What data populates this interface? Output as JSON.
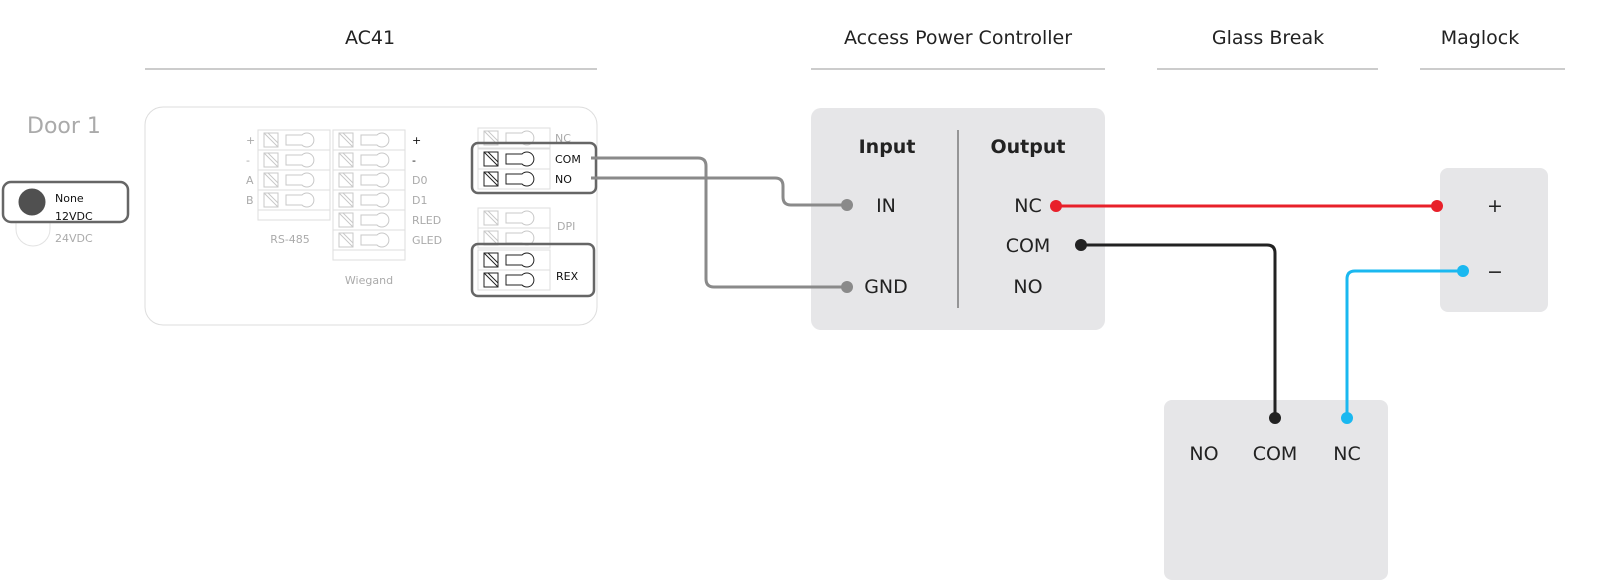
{
  "headers": {
    "ac41": "AC41",
    "apc": "Access Power Controller",
    "glass_break": "Glass Break",
    "maglock": "Maglock"
  },
  "door": {
    "title": "Door 1",
    "options": [
      "None",
      "12VDC",
      "24VDC"
    ],
    "selected": "None"
  },
  "ac41": {
    "rs485": {
      "title": "RS-485",
      "labels": [
        "+",
        "-",
        "A",
        "B"
      ]
    },
    "wiegand": {
      "title": "Wiegand",
      "labels": [
        "+",
        "-",
        "D0",
        "D1",
        "RLED",
        "GLED"
      ]
    },
    "relay": {
      "labels": [
        "NC",
        "COM",
        "NO"
      ]
    },
    "dpi": {
      "label": "DPI"
    },
    "rex": {
      "label": "REX"
    }
  },
  "apc": {
    "input_title": "Input",
    "output_title": "Output",
    "inputs": [
      "IN",
      "GND"
    ],
    "outputs": [
      "NC",
      "COM",
      "NO"
    ]
  },
  "maglock": {
    "plus": "+",
    "minus": "−"
  },
  "glass_break": {
    "terminals": [
      "NO",
      "COM",
      "NC"
    ]
  },
  "colors": {
    "wire_gray": "#8a8a8a",
    "wire_red": "#e8202a",
    "wire_black": "#222222",
    "wire_blue": "#1ab8f0",
    "box_fill": "#e6e6e8"
  }
}
